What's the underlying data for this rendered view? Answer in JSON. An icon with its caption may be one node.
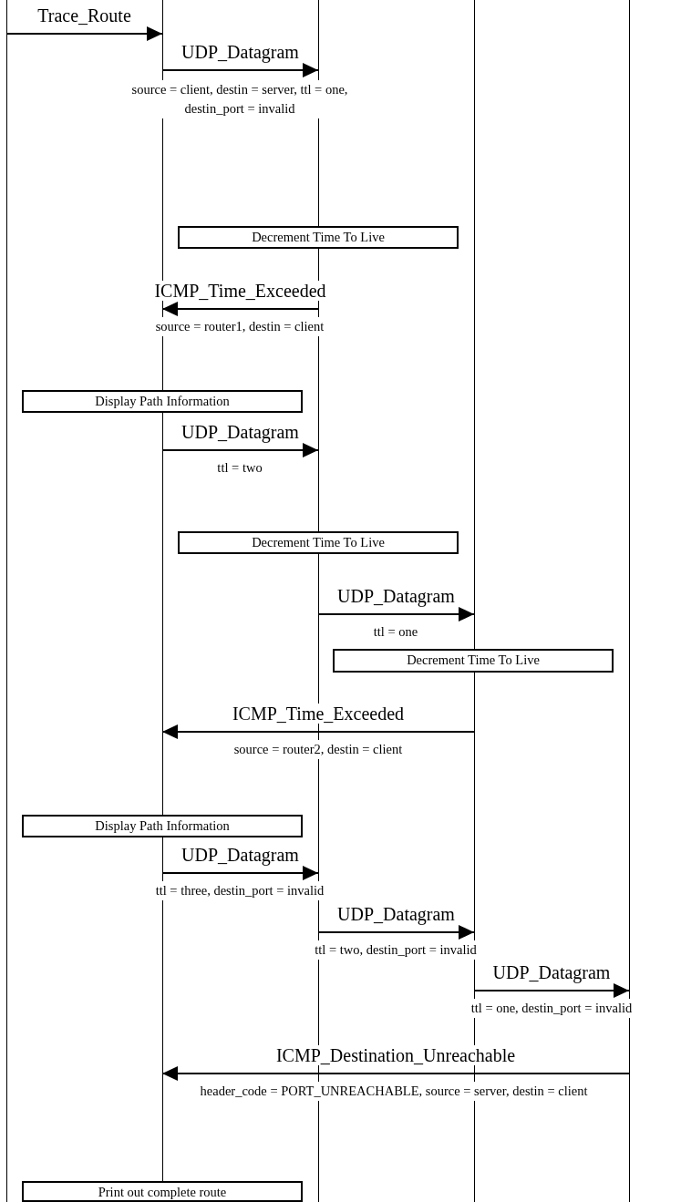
{
  "diagram": {
    "nodes": [
      {
        "text": [],
        "shape": "line"
      },
      {
        "text": [],
        "shape": "line"
      },
      {
        "text": [],
        "shape": "line"
      },
      {
        "text": [],
        "shape": "line"
      },
      {
        "text": [],
        "shape": "line"
      },
      {
        "text": [
          "Decrement Time To Live"
        ]
      },
      {
        "text": [
          "Display Path Information"
        ]
      },
      {
        "text": [
          "Decrement Time To Live"
        ]
      },
      {
        "text": [
          "Decrement Time To Live"
        ]
      },
      {
        "text": [
          "Display Path Information"
        ]
      },
      {
        "text": [
          "Print out complete route"
        ]
      }
    ],
    "edges": [
      {
        "from": 0,
        "to": 1,
        "arrow": "to",
        "label": "Trace_Route"
      },
      {
        "from": 1,
        "to": 2,
        "arrow": "to",
        "label": "UDP_Datagram"
      },
      {
        "from": 2,
        "to": 1,
        "arrow": "to",
        "label": "ICMP_Time_Exceeded"
      },
      {
        "from": 1,
        "to": 2,
        "arrow": "to",
        "label": "UDP_Datagram"
      },
      {
        "from": 2,
        "to": 3,
        "arrow": "to",
        "label": "UDP_Datagram"
      },
      {
        "from": 3,
        "to": 1,
        "arrow": "to",
        "label": "ICMP_Time_Exceeded"
      },
      {
        "from": 1,
        "to": 2,
        "arrow": "to",
        "label": "UDP_Datagram"
      },
      {
        "from": 2,
        "to": 3,
        "arrow": "to",
        "label": "UDP_Datagram"
      },
      {
        "from": 3,
        "to": 4,
        "arrow": "to",
        "label": "UDP_Datagram"
      },
      {
        "from": 4,
        "to": 1,
        "arrow": "to",
        "label": "ICMP_Destination_Unreachable"
      }
    ],
    "labels": [
      "source = client, destin = server, ttl = one, destin_port = invalid",
      "source = router1, destin = client",
      "ttl = two",
      "ttl = one",
      "source = router2, destin = client",
      "ttl = three, destin_port = invalid",
      "ttl = two, destin_port = invalid",
      "ttl = one, destin_port = invalid",
      "header_code = PORT_UNREACHABLE, source = server, destin = client"
    ]
  }
}
